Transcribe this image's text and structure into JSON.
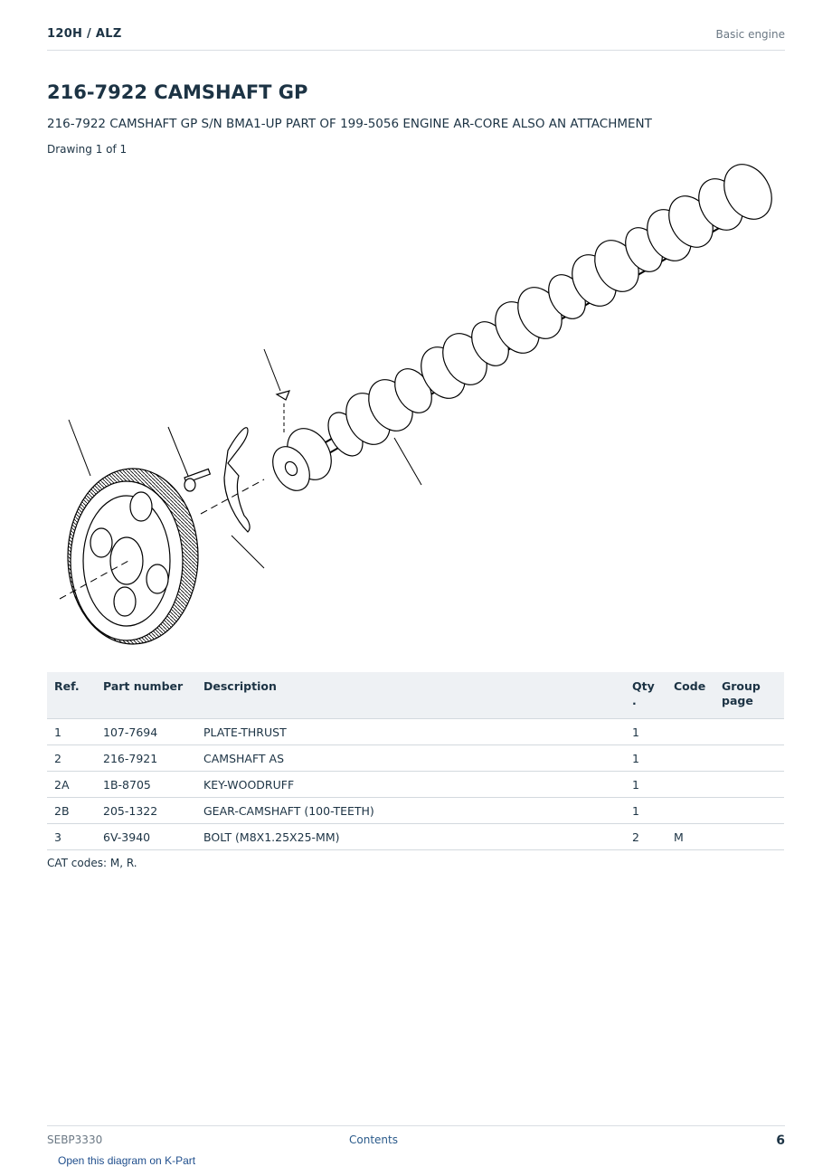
{
  "header": {
    "model": "120H  /  ALZ",
    "section": "Basic engine"
  },
  "title": "216-7922 CAMSHAFT GP",
  "subtitle": "216-7922 CAMSHAFT GP S/N BMA1-UP PART OF 199-5056 ENGINE AR-CORE ALSO AN ATTACHMENT",
  "drawing_count": "Drawing 1 of 1",
  "table": {
    "headers": {
      "ref": "Ref.",
      "part_number": "Part number",
      "description": "Description",
      "qty": "Qty\n.",
      "code": "Code",
      "group_page": "Group\npage"
    },
    "rows": [
      {
        "ref": "1",
        "part_number": "107-7694",
        "description": "PLATE-THRUST",
        "qty": "1",
        "code": "",
        "group_page": ""
      },
      {
        "ref": "2",
        "part_number": "216-7921",
        "description": "CAMSHAFT AS",
        "qty": "1",
        "code": "",
        "group_page": ""
      },
      {
        "ref": "2A",
        "part_number": "1B-8705",
        "description": "KEY-WOODRUFF",
        "qty": "1",
        "code": "",
        "group_page": ""
      },
      {
        "ref": "2B",
        "part_number": "205-1322",
        "description": "GEAR-CAMSHAFT (100-TEETH)",
        "qty": "1",
        "code": "",
        "group_page": ""
      },
      {
        "ref": "3",
        "part_number": "6V-3940",
        "description": "BOLT (M8X1.25X25-MM)",
        "qty": "2",
        "code": "M",
        "group_page": ""
      }
    ]
  },
  "cat_codes": "CAT codes: M, R.",
  "footer": {
    "doc_number": "SEBP3330",
    "contents_link": "Contents",
    "page_number": "6"
  },
  "kpart_link": "Open this diagram on K-Part"
}
